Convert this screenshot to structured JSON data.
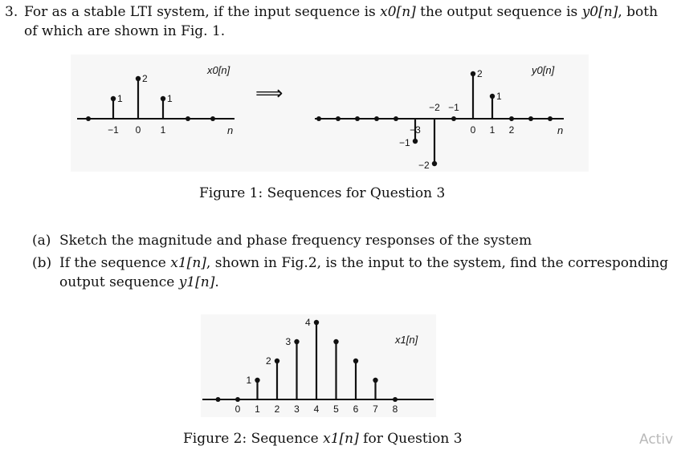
{
  "question": {
    "number": "3.",
    "intro_line1_a": "For as a stable LTI system, if the input sequence is ",
    "x0": "x0[n]",
    "intro_line1_b": " the output sequence is ",
    "y0": "y0[n]",
    "intro_line1_c": ", both",
    "intro_line2": "of which are shown in Fig. 1."
  },
  "figure1": {
    "caption": "Figure 1: Sequences for Question 3",
    "arrow": "⟹",
    "x0": {
      "name": "x0[n]",
      "axis_label": "n",
      "stems": [
        {
          "n": -1,
          "value": 1,
          "label": "1"
        },
        {
          "n": 0,
          "value": 2,
          "label": "2"
        },
        {
          "n": 1,
          "value": 1,
          "label": "1"
        }
      ],
      "tick_labels": [
        {
          "n": -1,
          "label": "−1"
        },
        {
          "n": 0,
          "label": "0"
        },
        {
          "n": 1,
          "label": "1"
        }
      ]
    },
    "y0": {
      "name": "y0[n]",
      "axis_label": "n",
      "stems": [
        {
          "n": -3,
          "value": -1,
          "label": "−1"
        },
        {
          "n": -2,
          "value": -2,
          "label": "−2"
        },
        {
          "n": 0,
          "value": 2,
          "label": "2"
        },
        {
          "n": 1,
          "value": 1,
          "label": "1"
        }
      ],
      "tick_labels": [
        {
          "n": -3,
          "label": "−3"
        },
        {
          "n": -2,
          "label": "−2"
        },
        {
          "n": -1,
          "label": "−1"
        },
        {
          "n": 0,
          "label": "0"
        },
        {
          "n": 1,
          "label": "1"
        },
        {
          "n": 2,
          "label": "2"
        }
      ]
    }
  },
  "parts": {
    "a_label": "(a)",
    "a_text": "Sketch the magnitude and phase frequency responses of the system",
    "b_label": "(b)",
    "b_text_1": "If the sequence ",
    "x1": "x1[n]",
    "b_text_2": ", shown in Fig.2, is the input to the system, find the corresponding",
    "b_line2_a": "output sequence ",
    "y1": "y1[n]",
    "b_line2_b": "."
  },
  "figure2": {
    "caption_a": "Figure 2: Sequence ",
    "x1": "x1[n]",
    "caption_b": " for Question 3",
    "x1_plot": {
      "name": "x1[n]",
      "stems": [
        {
          "n": 1,
          "value": 1,
          "label": "1"
        },
        {
          "n": 2,
          "value": 2,
          "label": "2"
        },
        {
          "n": 3,
          "value": 3,
          "label": "3"
        },
        {
          "n": 4,
          "value": 4,
          "label": "4"
        },
        {
          "n": 5,
          "value": 3,
          "label": ""
        },
        {
          "n": 6,
          "value": 2,
          "label": ""
        },
        {
          "n": 7,
          "value": 1,
          "label": ""
        }
      ],
      "tick_labels": [
        "0",
        "1",
        "2",
        "3",
        "4",
        "5",
        "6",
        "7",
        "8"
      ]
    }
  },
  "watermark": "Activ"
}
